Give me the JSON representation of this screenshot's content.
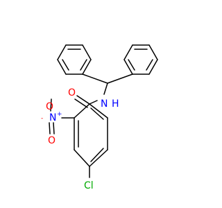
{
  "molecule": {
    "atoms": {
      "amide_o": {
        "symbol": "O",
        "color": "#ff0000"
      },
      "amide_nh": {
        "symbol": "N",
        "h": "H",
        "color": "#0000ff"
      },
      "nitro_n": {
        "symbol": "N",
        "charge": "+",
        "color": "#0000ff"
      },
      "nitro_o_minus": {
        "symbol": "O",
        "charge": "-",
        "color": "#ff0000"
      },
      "nitro_o": {
        "symbol": "O",
        "color": "#ff0000"
      },
      "chlorine": {
        "symbol": "Cl",
        "color": "#00aa00"
      }
    },
    "bond_color": "#000000"
  }
}
